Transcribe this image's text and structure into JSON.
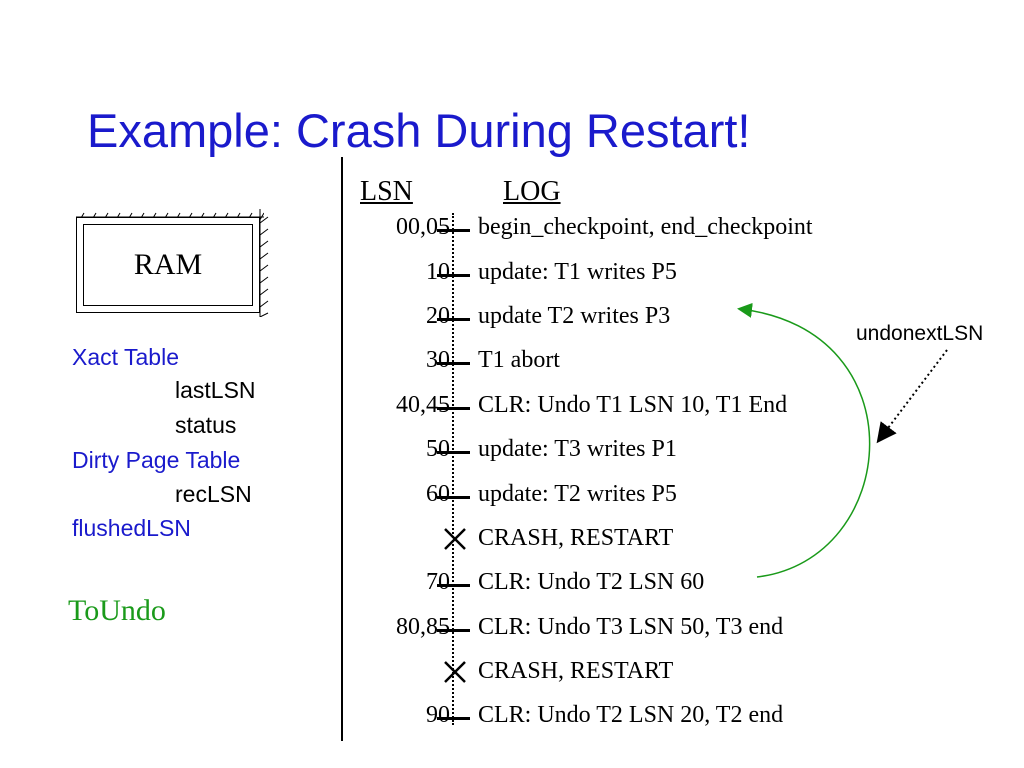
{
  "title": "Example: Crash During Restart!",
  "ram": {
    "label": "RAM"
  },
  "tables": {
    "xact_table": "Xact Table",
    "last_lsn": "lastLSN",
    "status": "status",
    "dirty_page_table": "Dirty Page Table",
    "rec_lsn": "recLSN",
    "flushed_lsn": "flushedLSN"
  },
  "to_undo": "ToUndo",
  "log": {
    "lsn_header": "LSN",
    "log_header": "LOG",
    "rows": [
      {
        "lsn": "00,05",
        "text": "begin_checkpoint, end_checkpoint",
        "mark": "tick"
      },
      {
        "lsn": "10",
        "text": "update: T1 writes P5",
        "mark": "tick"
      },
      {
        "lsn": "20",
        "text": "update T2 writes P3",
        "mark": "tick"
      },
      {
        "lsn": "30",
        "text": "T1 abort",
        "mark": "tick"
      },
      {
        "lsn": "40,45",
        "text": "CLR: Undo T1 LSN 10, T1 End",
        "mark": "tick"
      },
      {
        "lsn": "50",
        "text": "update: T3 writes P1",
        "mark": "tick"
      },
      {
        "lsn": "60",
        "text": "update: T2 writes P5",
        "mark": "tick"
      },
      {
        "lsn": "",
        "text": "CRASH, RESTART",
        "mark": "cross"
      },
      {
        "lsn": "70",
        "text": "CLR: Undo T2 LSN 60",
        "mark": "tick"
      },
      {
        "lsn": "80,85",
        "text": "CLR: Undo T3 LSN 50, T3 end",
        "mark": "tick"
      },
      {
        "lsn": "",
        "text": "CRASH, RESTART",
        "mark": "cross"
      },
      {
        "lsn": "90",
        "text": "CLR: Undo T2 LSN 20, T2 end",
        "mark": "tick"
      }
    ]
  },
  "annotation": {
    "label": "undonextLSN",
    "arrow_color": "#1a9a1a"
  },
  "colors": {
    "title": "#1a1acc",
    "table_labels": "#1a1acc",
    "to_undo": "#1a9a1a"
  }
}
